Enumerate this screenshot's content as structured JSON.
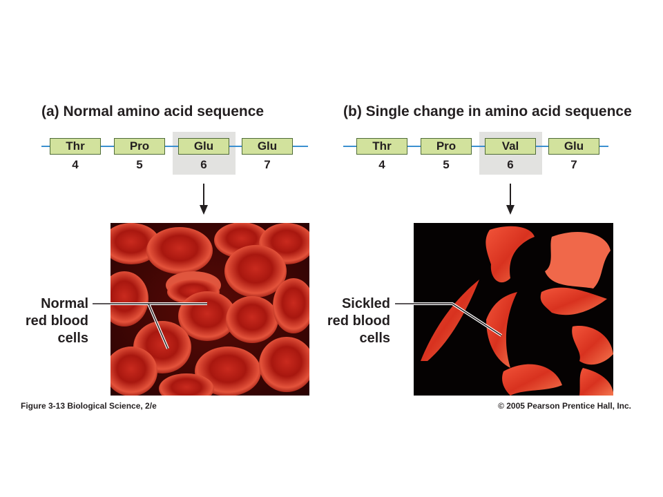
{
  "panel_a": {
    "letter": "(a)",
    "title": "Normal amino acid sequence",
    "residues": [
      {
        "name": "Thr",
        "number": "4"
      },
      {
        "name": "Pro",
        "number": "5"
      },
      {
        "name": "Glu",
        "number": "6",
        "highlighted": true
      },
      {
        "name": "Glu",
        "number": "7"
      }
    ],
    "cell_label": "Normal\nred blood\ncells"
  },
  "panel_b": {
    "letter": "(b)",
    "title": "Single change in amino acid sequence",
    "residues": [
      {
        "name": "Thr",
        "number": "4"
      },
      {
        "name": "Pro",
        "number": "5"
      },
      {
        "name": "Val",
        "number": "6",
        "highlighted": true
      },
      {
        "name": "Glu",
        "number": "7"
      }
    ],
    "cell_label": "Sickled\nred blood\ncells"
  },
  "footer": {
    "figure": "Figure 3-13   Biological Science, 2/e",
    "copyright": "© 2005 Pearson Prentice Hall, Inc."
  },
  "colors": {
    "residue_fill": "#d2e29d",
    "residue_border": "#4d6a36",
    "chain_line": "#3a8fd0",
    "highlight": "#e2e2e0",
    "cell_red": "#d83a2a"
  }
}
